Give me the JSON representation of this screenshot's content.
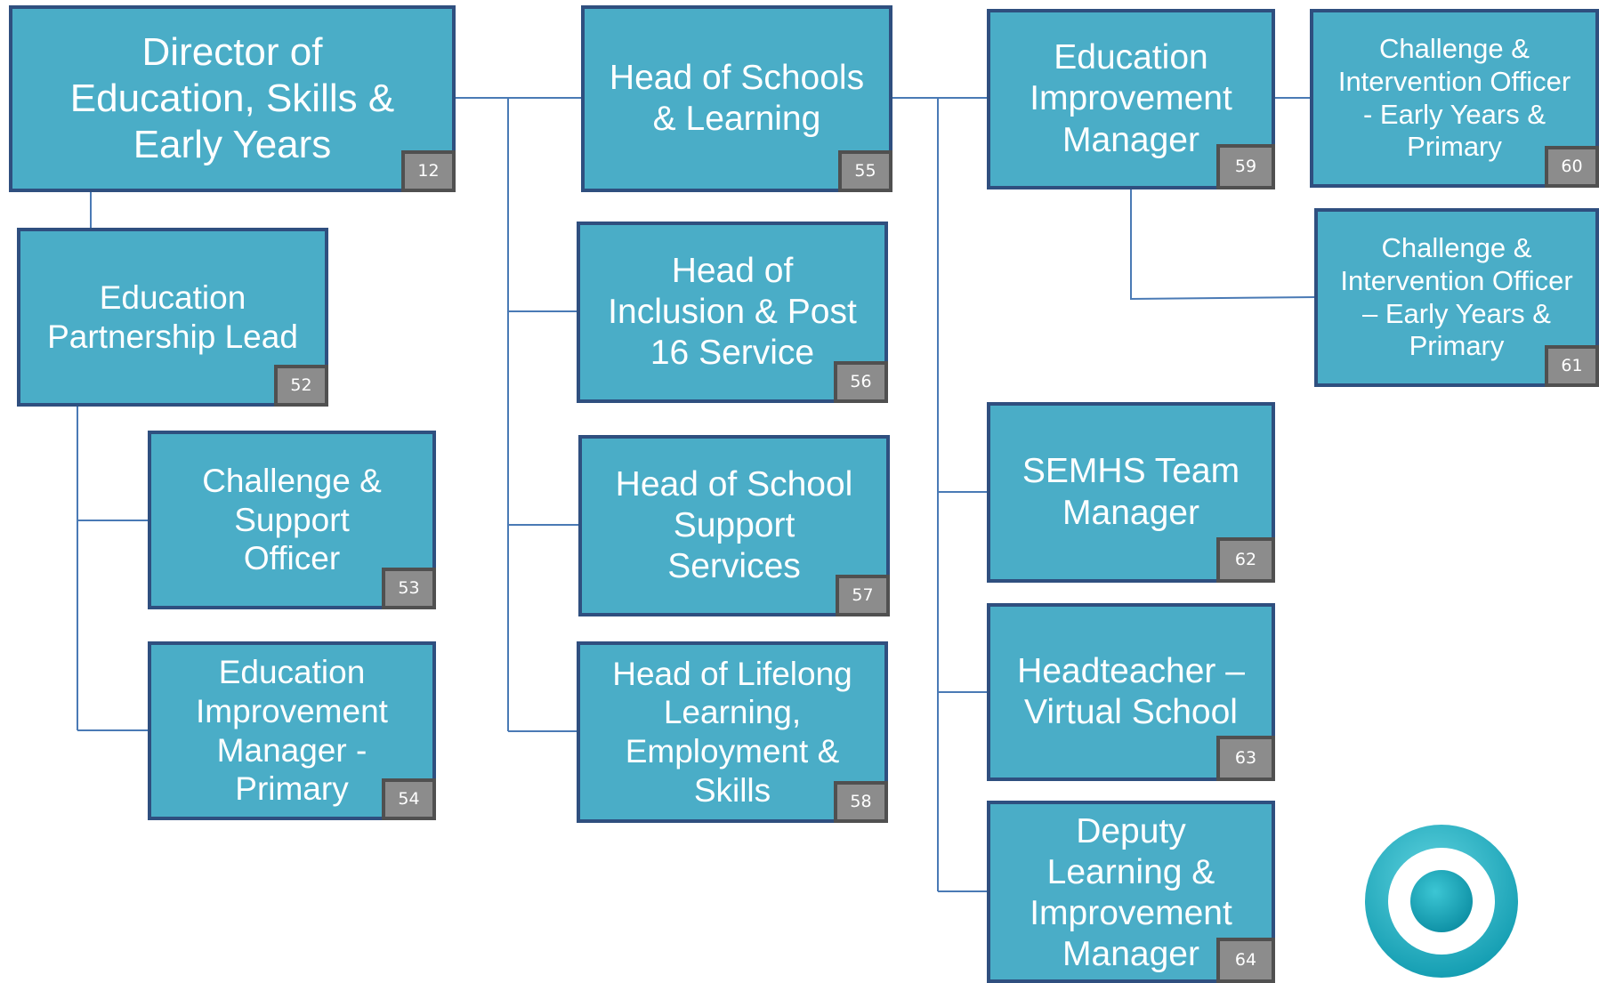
{
  "colors": {
    "box_fill": "#4aadc7",
    "box_border": "#2f4f7f",
    "connector": "#4a7ab5",
    "badge_fill": "#8c8c8c",
    "badge_border": "#505050",
    "logo_outer": "#20b1c4",
    "logo_ring": "#ffffff",
    "logo_inner": "#14a2b4"
  },
  "nodes": {
    "director": {
      "title": "Director of\nEducation, Skills &\nEarly Years",
      "number": "12"
    },
    "partnership_lead": {
      "title": "Education\nPartnership Lead",
      "number": "52"
    },
    "challenge_support": {
      "title": "Challenge &\nSupport\nOfficer",
      "number": "53"
    },
    "eim_primary": {
      "title": "Education\nImprovement\nManager -\nPrimary",
      "number": "54"
    },
    "head_schools": {
      "title": "Head of Schools\n& Learning",
      "number": "55"
    },
    "head_inclusion": {
      "title": "Head of\nInclusion & Post\n16 Service",
      "number": "56"
    },
    "head_school_support": {
      "title": "Head of School\nSupport\nServices",
      "number": "57"
    },
    "head_lifelong": {
      "title": "Head of Lifelong\nLearning,\nEmployment &\nSkills",
      "number": "58"
    },
    "eim": {
      "title": "Education\nImprovement\nManager",
      "number": "59"
    },
    "cio_60": {
      "title": "Challenge &\nIntervention Officer\n- Early Years &\nPrimary",
      "number": "60"
    },
    "cio_61": {
      "title": "Challenge &\nIntervention Officer\n– Early Years &\nPrimary",
      "number": "61"
    },
    "semhs": {
      "title": "SEMHS Team\nManager",
      "number": "62"
    },
    "headteacher_vs": {
      "title": "Headteacher –\nVirtual School",
      "number": "63"
    },
    "deputy_lim": {
      "title": "Deputy\nLearning &\nImprovement\nManager",
      "number": "64"
    }
  },
  "logo": {
    "icon": "ring-logo-icon"
  }
}
